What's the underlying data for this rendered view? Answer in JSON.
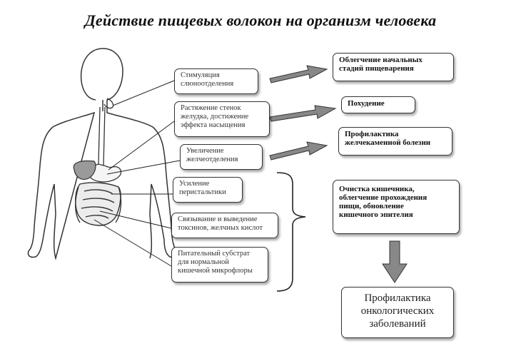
{
  "title": "Действие пищевых волокон на организм человека",
  "effects_left": [
    {
      "line1": "Стимуляция",
      "line2": "слюноотделения"
    },
    {
      "line1": "Растяжение стенок",
      "line2": "желудка, достижение",
      "line3": "эффекта насыщения"
    },
    {
      "line1": "Увеличение",
      "line2": "желчеотделения"
    },
    {
      "line1": "Усиление",
      "line2": "перистальтики"
    },
    {
      "line1": "Связывание и выведение",
      "line2": "токсинов, желчных кислот"
    },
    {
      "line1": "Питательный субстрат",
      "line2": "для нормальной",
      "line3": "кишечной микрофлоры"
    }
  ],
  "outcomes_right": [
    {
      "line1": "Облегчение начальных",
      "line2": "стадий пищеварения"
    },
    {
      "line1": "Похудение"
    },
    {
      "line1": "Профилактика",
      "line2": "желчекаменной болезни"
    },
    {
      "line1": "Очистка кишечника,",
      "line2": "облегчение прохождения",
      "line3": "пищи, обновление",
      "line4": "кишечного эпителия"
    }
  ],
  "final_outcome": {
    "line1": "Профилактика",
    "line2": "онкологических",
    "line3": "заболеваний"
  },
  "colors": {
    "line": "#222222",
    "arrow_fill": "#888888",
    "box_border": "#333333",
    "body_outline": "#333333"
  },
  "icons": {
    "arrows": "block-arrow-right",
    "down_arrow": "block-arrow-down",
    "bracket": "curly-brace-right"
  }
}
